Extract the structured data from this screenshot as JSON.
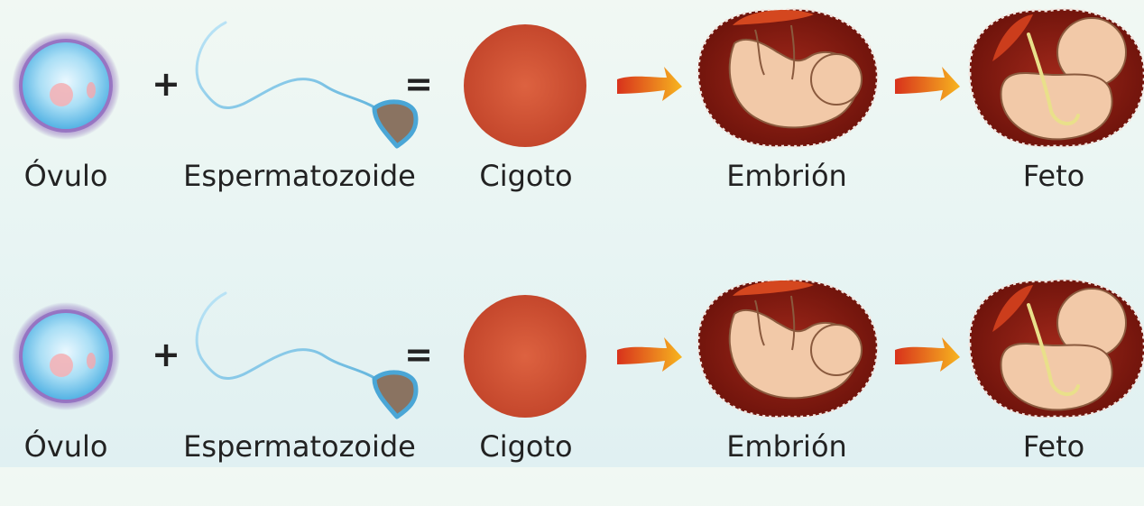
{
  "rows": [
    {
      "steps": [
        {
          "icon": "ovum-icon",
          "label": "Óvulo"
        },
        {
          "icon": "sperm-icon",
          "label": "Espermatozoide"
        },
        {
          "icon": "zygote-icon",
          "label": "Cigoto"
        },
        {
          "icon": "embryo-icon",
          "label": "Embrión"
        },
        {
          "icon": "fetus-icon",
          "label": "Feto"
        }
      ],
      "operators": [
        "+",
        "="
      ]
    },
    {
      "steps": [
        {
          "icon": "ovum-icon",
          "label": "Óvulo"
        },
        {
          "icon": "sperm-icon",
          "label": "Espermatozoide"
        },
        {
          "icon": "zygote-icon",
          "label": "Cigoto"
        },
        {
          "icon": "embryo-icon",
          "label": "Embrión"
        },
        {
          "icon": "fetus-icon",
          "label": "Feto"
        }
      ],
      "operators": [
        "+",
        "="
      ]
    }
  ],
  "colors": {
    "ovum": "#9fd8f2",
    "ovum_halo": "#7b4fb0",
    "zygote": "#cf4f31",
    "womb": "#8b1a10",
    "skin": "#f1c7a6",
    "arrow_start": "#d83a20",
    "arrow_end": "#f6b31f"
  }
}
